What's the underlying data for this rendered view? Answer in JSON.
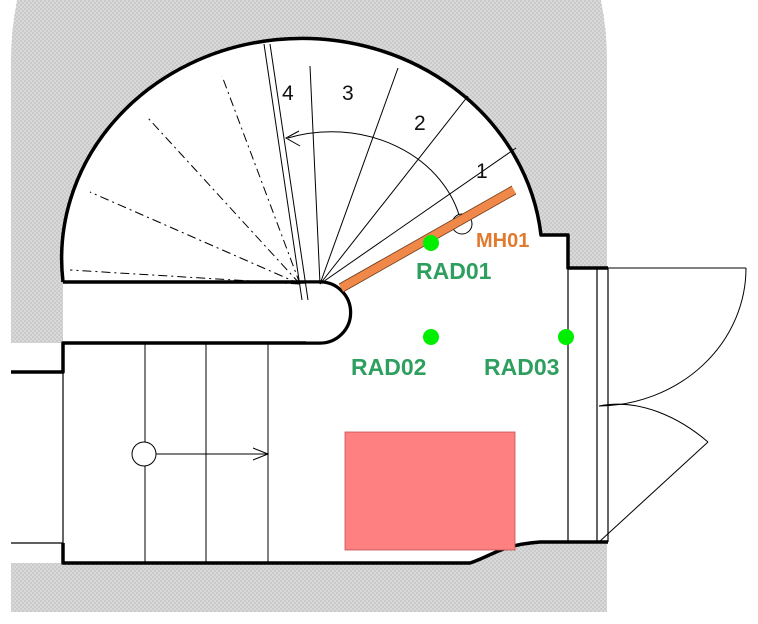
{
  "colors": {
    "wall_fill": "#d9d9d9",
    "sensor_green": "#00ee00",
    "label_green": "#2f9f5f",
    "heater_orange": "#f0884a",
    "label_orange": "#e07a2e",
    "block_red": "#ff8080"
  },
  "steps": [
    {
      "label": "1"
    },
    {
      "label": "2"
    },
    {
      "label": "3"
    },
    {
      "label": "4"
    }
  ],
  "sensors": [
    {
      "label": "RAD01"
    },
    {
      "label": "RAD02"
    },
    {
      "label": "RAD03"
    }
  ],
  "heater": {
    "label": "MH01"
  },
  "icons": {
    "walk_line_circle": "circle-icon",
    "arrow": "arrow-right-icon"
  }
}
